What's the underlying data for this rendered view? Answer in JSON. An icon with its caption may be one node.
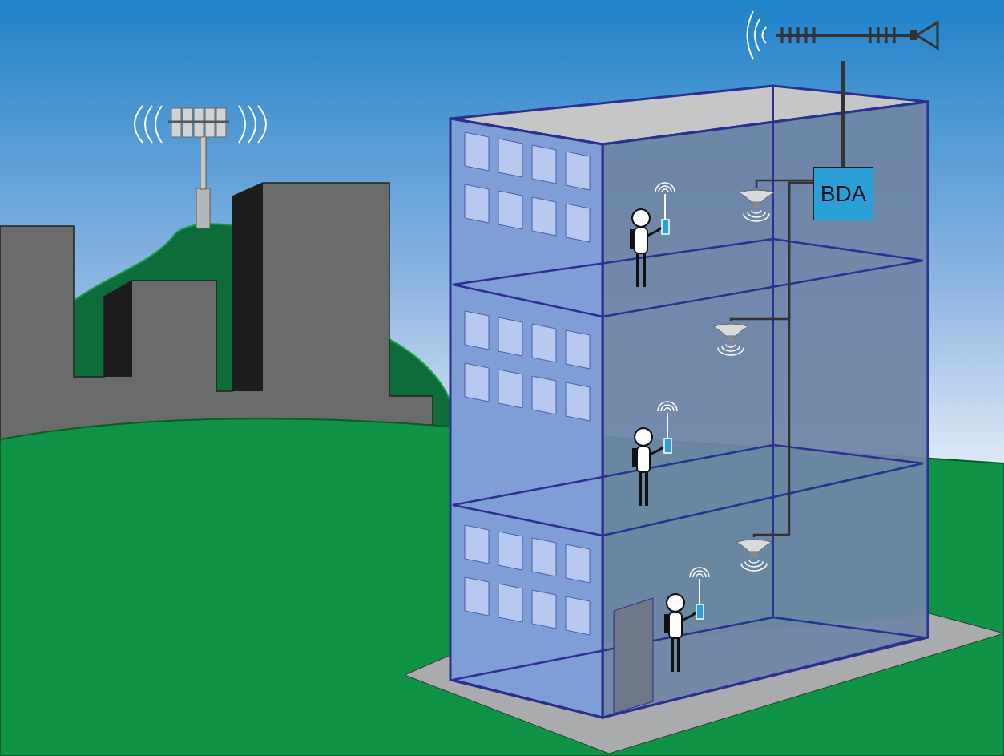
{
  "diagram": {
    "nodes": [
      {
        "text": [],
        "shape": "picture"
      },
      {
        "text": [
          "BDA"
        ]
      },
      {
        "text": [],
        "shape": "picture"
      },
      {
        "text": [],
        "shape": "picture"
      },
      {
        "text": [],
        "shape": "picture"
      }
    ],
    "edges": [
      {
        "from": 0,
        "to": 1,
        "arrow": "none",
        "style": "thick"
      },
      {
        "from": 1,
        "to": 2,
        "arrow": "none"
      },
      {
        "from": 1,
        "to": 3,
        "arrow": "none"
      },
      {
        "from": 1,
        "to": 4,
        "arrow": "none"
      }
    ]
  }
}
